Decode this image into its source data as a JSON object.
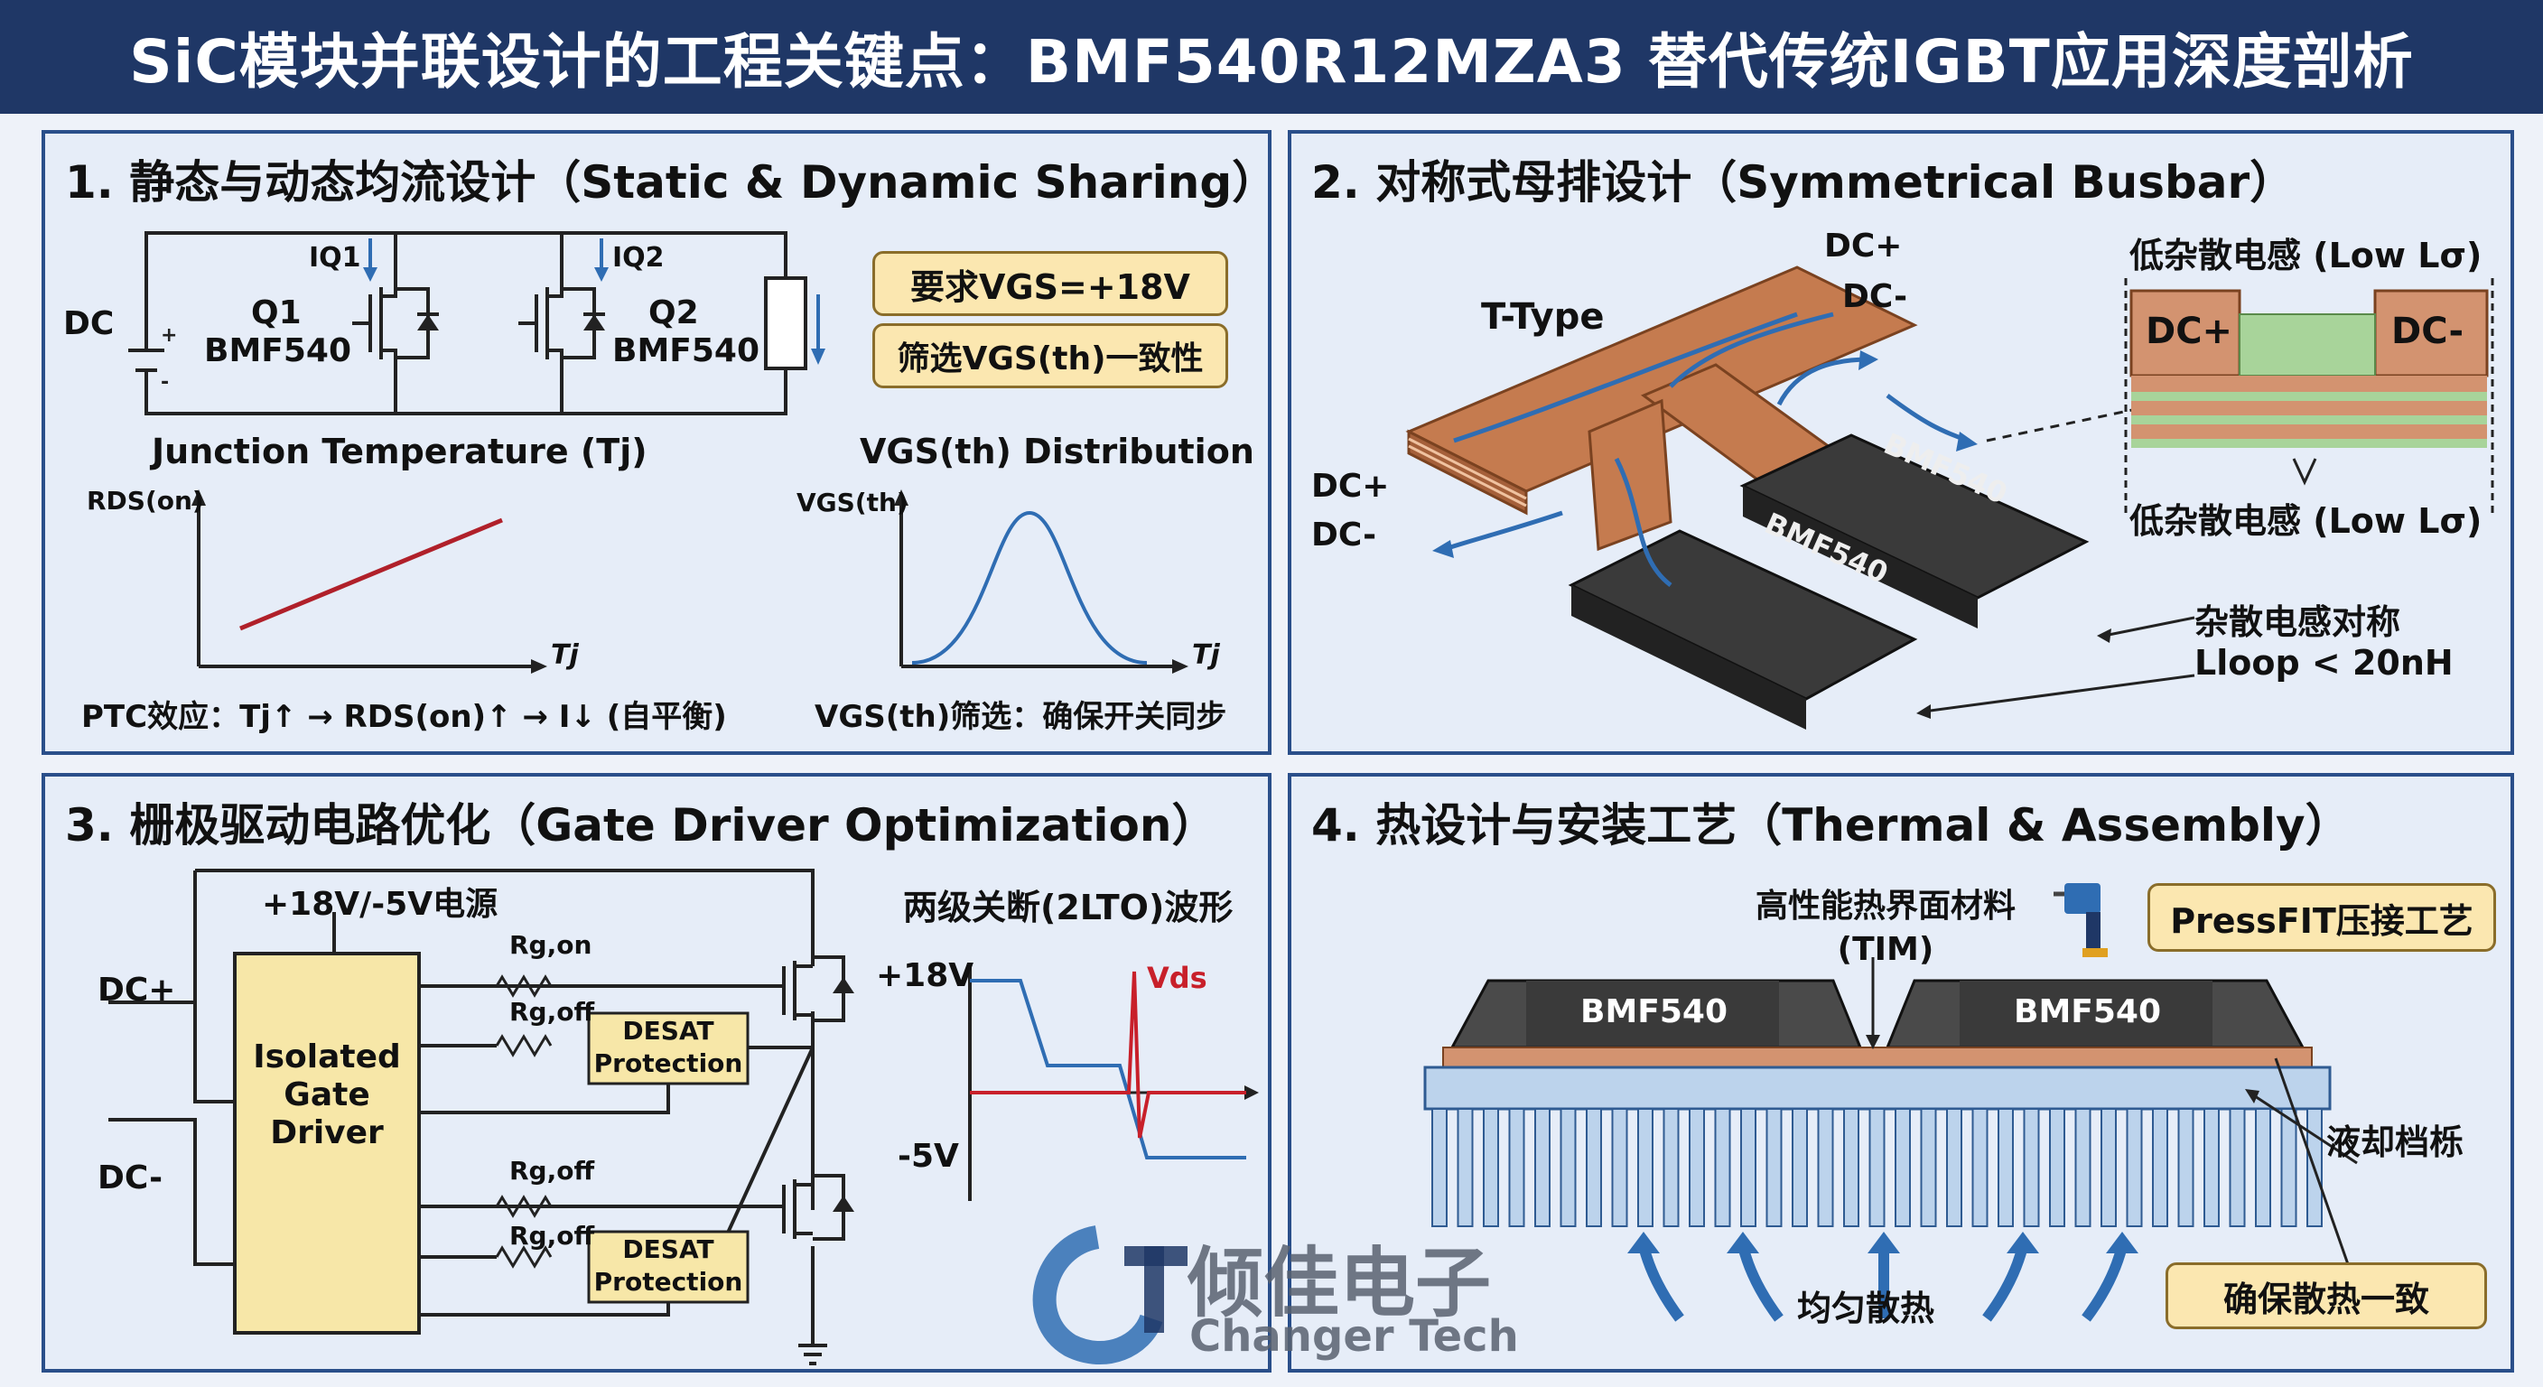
{
  "header": {
    "title": "SiC模块并联设计的工程关键点：BMF540R12MZA3 替代传统IGBT应用深度剖析"
  },
  "panel1": {
    "title": "1. 静态与动态均流设计（Static & Dynamic Sharing）",
    "dc_label": "DC",
    "iq1": "IQ1",
    "iq2": "IQ2",
    "q1": "Q1",
    "q1_part": "BMF540",
    "q2": "Q2",
    "q2_part": "BMF540",
    "req_vgs": "要求VGS=+18V",
    "screen_vgs": "筛选VGS(th)一致性",
    "tj_chart_title": "Junction Temperature (Tj)",
    "tj_y_label": "RDS(on)",
    "tj_x_label": "Tj",
    "vgs_chart_title": "VGS(th) Distribution",
    "vgs_y_label": "VGS(th)",
    "vgs_x_label": "Tj",
    "ptc_note": "PTC效应：Tj↑ → RDS(on)↑ → I↓ (自平衡)",
    "vgs_note": "VGS(th)筛选：确保开关同步"
  },
  "panel2": {
    "title": "2. 对称式母排设计（Symmetrical Busbar）",
    "t_type": "T-Type",
    "dc_plus_top": "DC+",
    "dc_minus_top": "DC-",
    "dc_plus_left": "DC+",
    "dc_minus_left": "DC-",
    "module1": "BMF540",
    "module2": "BMF540",
    "low_l_top": "低杂散电感 (Low Lσ)",
    "low_l_bottom": "低杂散电感 (Low Lσ)",
    "xs_dc_plus": "DC+",
    "xs_dc_minus": "DC-",
    "symmetric_note": "杂散电感对称",
    "loop_note": "Lloop < 20nH"
  },
  "panel3": {
    "title": "3. 栅极驱动电路优化（Gate Driver Optimization）",
    "supply": "+18V/-5V电源",
    "dc_plus": "DC+",
    "dc_minus": "DC-",
    "driver": "Isolated Gate Driver",
    "rg_on": "Rg,on",
    "rg_off_top": "Rg,off",
    "rg_off_mid": "Rg,off",
    "rg_off_bottom": "Rg,off",
    "desat_top": "DESAT Protection",
    "desat_bottom": "DESAT Protection",
    "waveform_title": "两级关断(2LTO)波形",
    "plus18": "+18V",
    "minus5": "-5V",
    "vds": "Vds"
  },
  "panel4": {
    "title": "4. 热设计与安装工艺（Thermal & Assembly）",
    "tim": "高性能热界面材料 (TIM)",
    "pressfit": "PressFIT压接工艺",
    "module1": "BMF540",
    "module2": "BMF540",
    "cooling": "液却档栎",
    "uniform": "均匀散热",
    "ensure": "确保散热一致"
  },
  "logo": {
    "cn": "倾佳电子",
    "en": "Changer Tech"
  },
  "colors": {
    "title_bg": "#1f3766",
    "panel_border": "#2a4f8a",
    "copper": "#d08a5e",
    "pill": "#fbe7b0",
    "heatsink": "#bcd3ec",
    "arrow_blue": "#2f6db3",
    "red": "#c8202a"
  }
}
